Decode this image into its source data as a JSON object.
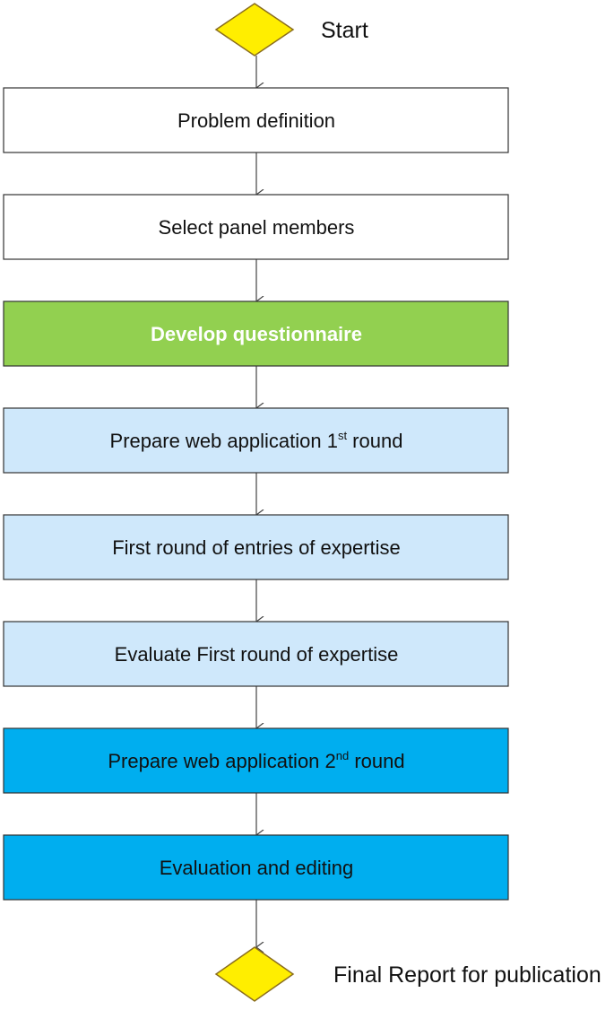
{
  "colors": {
    "white_fill": "#ffffff",
    "green_fill": "#92d050",
    "light_blue_fill": "#cfe8fb",
    "blue_fill": "#00aeef",
    "diamond_fill": "#ffee00",
    "diamond_stroke": "#8a6d1e",
    "box_stroke": "#333333",
    "arrow": "#444444"
  },
  "start": {
    "label": "Start"
  },
  "steps": [
    {
      "label": "Problem definition",
      "sup": "",
      "suffix": "",
      "style": "white"
    },
    {
      "label": "Select panel members",
      "sup": "",
      "suffix": "",
      "style": "white"
    },
    {
      "label": "Develop questionnaire",
      "sup": "",
      "suffix": "",
      "style": "green"
    },
    {
      "label": "Prepare web application  1",
      "sup": "st",
      "suffix": " round",
      "style": "light_blue"
    },
    {
      "label": "First round  of entries of expertise",
      "sup": "",
      "suffix": "",
      "style": "light_blue"
    },
    {
      "label": "Evaluate  First round of expertise",
      "sup": "",
      "suffix": "",
      "style": "light_blue"
    },
    {
      "label": "Prepare web application  2",
      "sup": "nd",
      "suffix": " round",
      "style": "blue"
    },
    {
      "label": "Evaluation  and editing",
      "sup": "",
      "suffix": "",
      "style": "blue"
    }
  ],
  "end": {
    "label": "Final Report for publication"
  }
}
